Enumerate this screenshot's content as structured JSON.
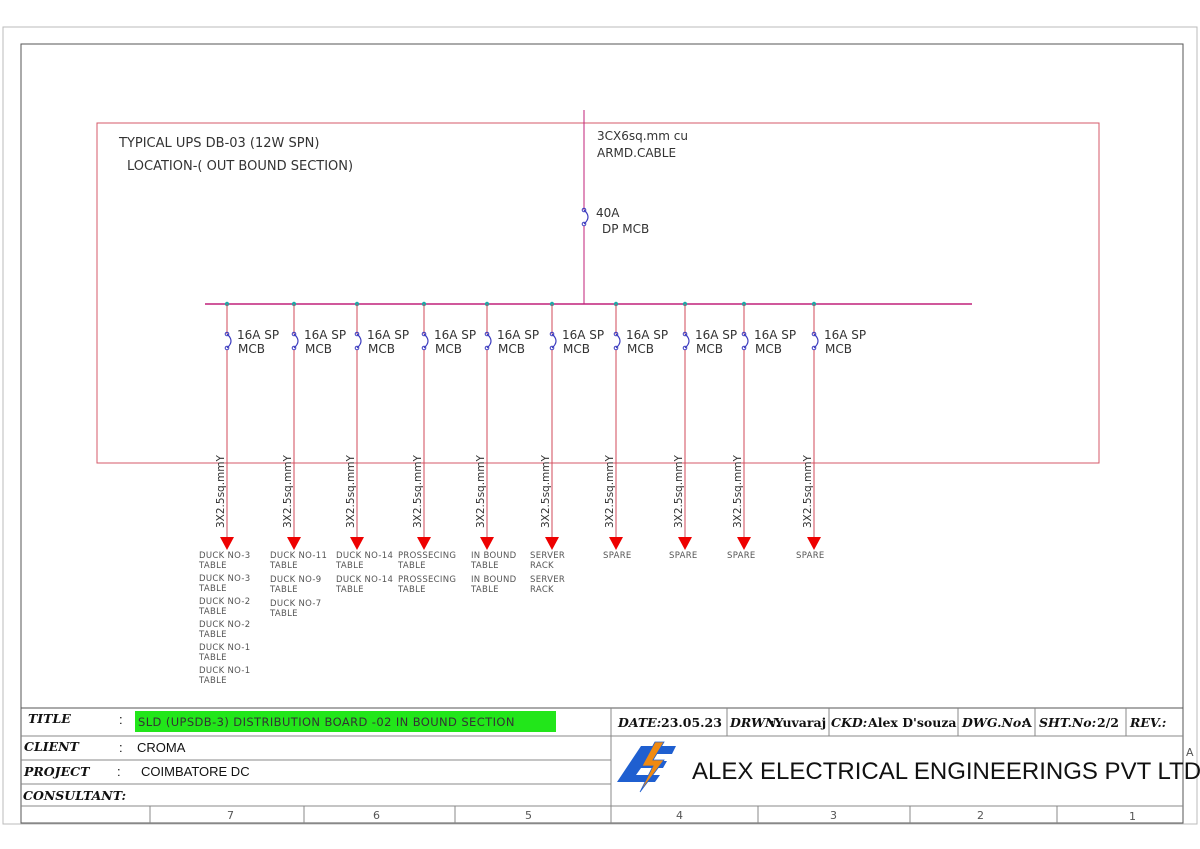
{
  "board": {
    "title_line1": "TYPICAL UPS DB-03 (12W SPN)",
    "title_line2": "LOCATION-(  OUT BOUND SECTION)",
    "incoming_cable_line1": "3CX6sq.mm  cu",
    "incoming_cable_line2": "ARMD.CABLE",
    "incomer_rating": "40A",
    "incomer_type": "DP  MCB"
  },
  "outgoing": [
    {
      "rating": "16A  SP",
      "type": "MCB",
      "cable": "3X2.5sq.mmY",
      "loads": [
        [
          "DUCK NO-3",
          "TABLE"
        ],
        [
          "DUCK NO-3",
          "TABLE"
        ],
        [
          "DUCK NO-2",
          "TABLE"
        ],
        [
          "DUCK NO-2",
          "TABLE"
        ],
        [
          "DUCK NO-1",
          "TABLE"
        ],
        [
          "DUCK NO-1",
          "TABLE"
        ]
      ]
    },
    {
      "rating": "16A  SP",
      "type": "MCB",
      "cable": "3X2.5sq.mmY",
      "loads": [
        [
          "DUCK NO-11",
          "TABLE"
        ],
        [
          "DUCK NO-9",
          "TABLE"
        ],
        [
          "DUCK NO-7",
          "TABLE"
        ]
      ]
    },
    {
      "rating": "16A  SP",
      "type": "MCB",
      "cable": "3X2.5sq.mmY",
      "loads": [
        [
          "DUCK NO-14",
          "TABLE"
        ],
        [
          "DUCK NO-14",
          "TABLE"
        ]
      ]
    },
    {
      "rating": "16A  SP",
      "type": "MCB",
      "cable": "3X2.5sq.mmY",
      "loads": [
        [
          "PROSSECING",
          "TABLE"
        ],
        [
          "PROSSECING",
          "TABLE"
        ]
      ]
    },
    {
      "rating": "16A  SP",
      "type": "MCB",
      "cable": "3X2.5sq.mmY",
      "loads": [
        [
          "IN BOUND",
          "TABLE"
        ],
        [
          "IN BOUND",
          "TABLE"
        ]
      ]
    },
    {
      "rating": "16A  SP",
      "type": "MCB",
      "cable": "3X2.5sq.mmY",
      "loads": [
        [
          "SERVER",
          "RACK"
        ],
        [
          "SERVER",
          "RACK"
        ]
      ]
    },
    {
      "rating": "16A  SP",
      "type": "MCB",
      "cable": "3X2.5sq.mmY",
      "loads": [
        [
          "SPARE"
        ]
      ]
    },
    {
      "rating": "16A  SP",
      "type": "MCB",
      "cable": "3X2.5sq.mmY",
      "loads": [
        [
          "SPARE"
        ]
      ]
    },
    {
      "rating": "16A  SP",
      "type": "MCB",
      "cable": "3X2.5sq.mmY",
      "loads": [
        [
          "SPARE"
        ]
      ]
    },
    {
      "rating": "16A  SP",
      "type": "MCB",
      "cable": "3X2.5sq.mmY",
      "loads": [
        [
          "SPARE"
        ]
      ]
    }
  ],
  "title_block": {
    "title_label": "TITLE",
    "title_value": "SLD (UPSDB-3) DISTRIBUTION BOARD -02 IN BOUND SECTION",
    "client_label": "CLIENT",
    "client_value": "CROMA",
    "project_label": "PROJECT",
    "project_value": "COIMBATORE DC",
    "consultant_label": "CONSULTANT:",
    "colon": ":",
    "date_label": "DATE:",
    "date_value": "23.05.23",
    "drawn_label": "DRWN.",
    "drawn_value": ":Yuvaraj",
    "checked_label": "CKD:",
    "checked_value": "Alex D'souza",
    "dwg_label": "DWG.No:",
    "dwg_value": "A",
    "sht_label": "SHT.No:",
    "sht_value": "2/2",
    "rev_label": "REV.:",
    "company": "ALEX ELECTRICAL ENGINEERINGS PVT LTD"
  },
  "zones": [
    "7",
    "6",
    "5",
    "4",
    "3",
    "2",
    "1"
  ],
  "edge_mark": "A",
  "colors": {
    "busbar": "#c0207a",
    "feeder": "#d04a5a",
    "mcb": "#3b3bbf",
    "node": "#1fa9a9",
    "arrow": "#ee0000",
    "title_highlight": "#22e61a",
    "logo_blue": "#1f5fd0",
    "logo_orange": "#f08a12"
  }
}
